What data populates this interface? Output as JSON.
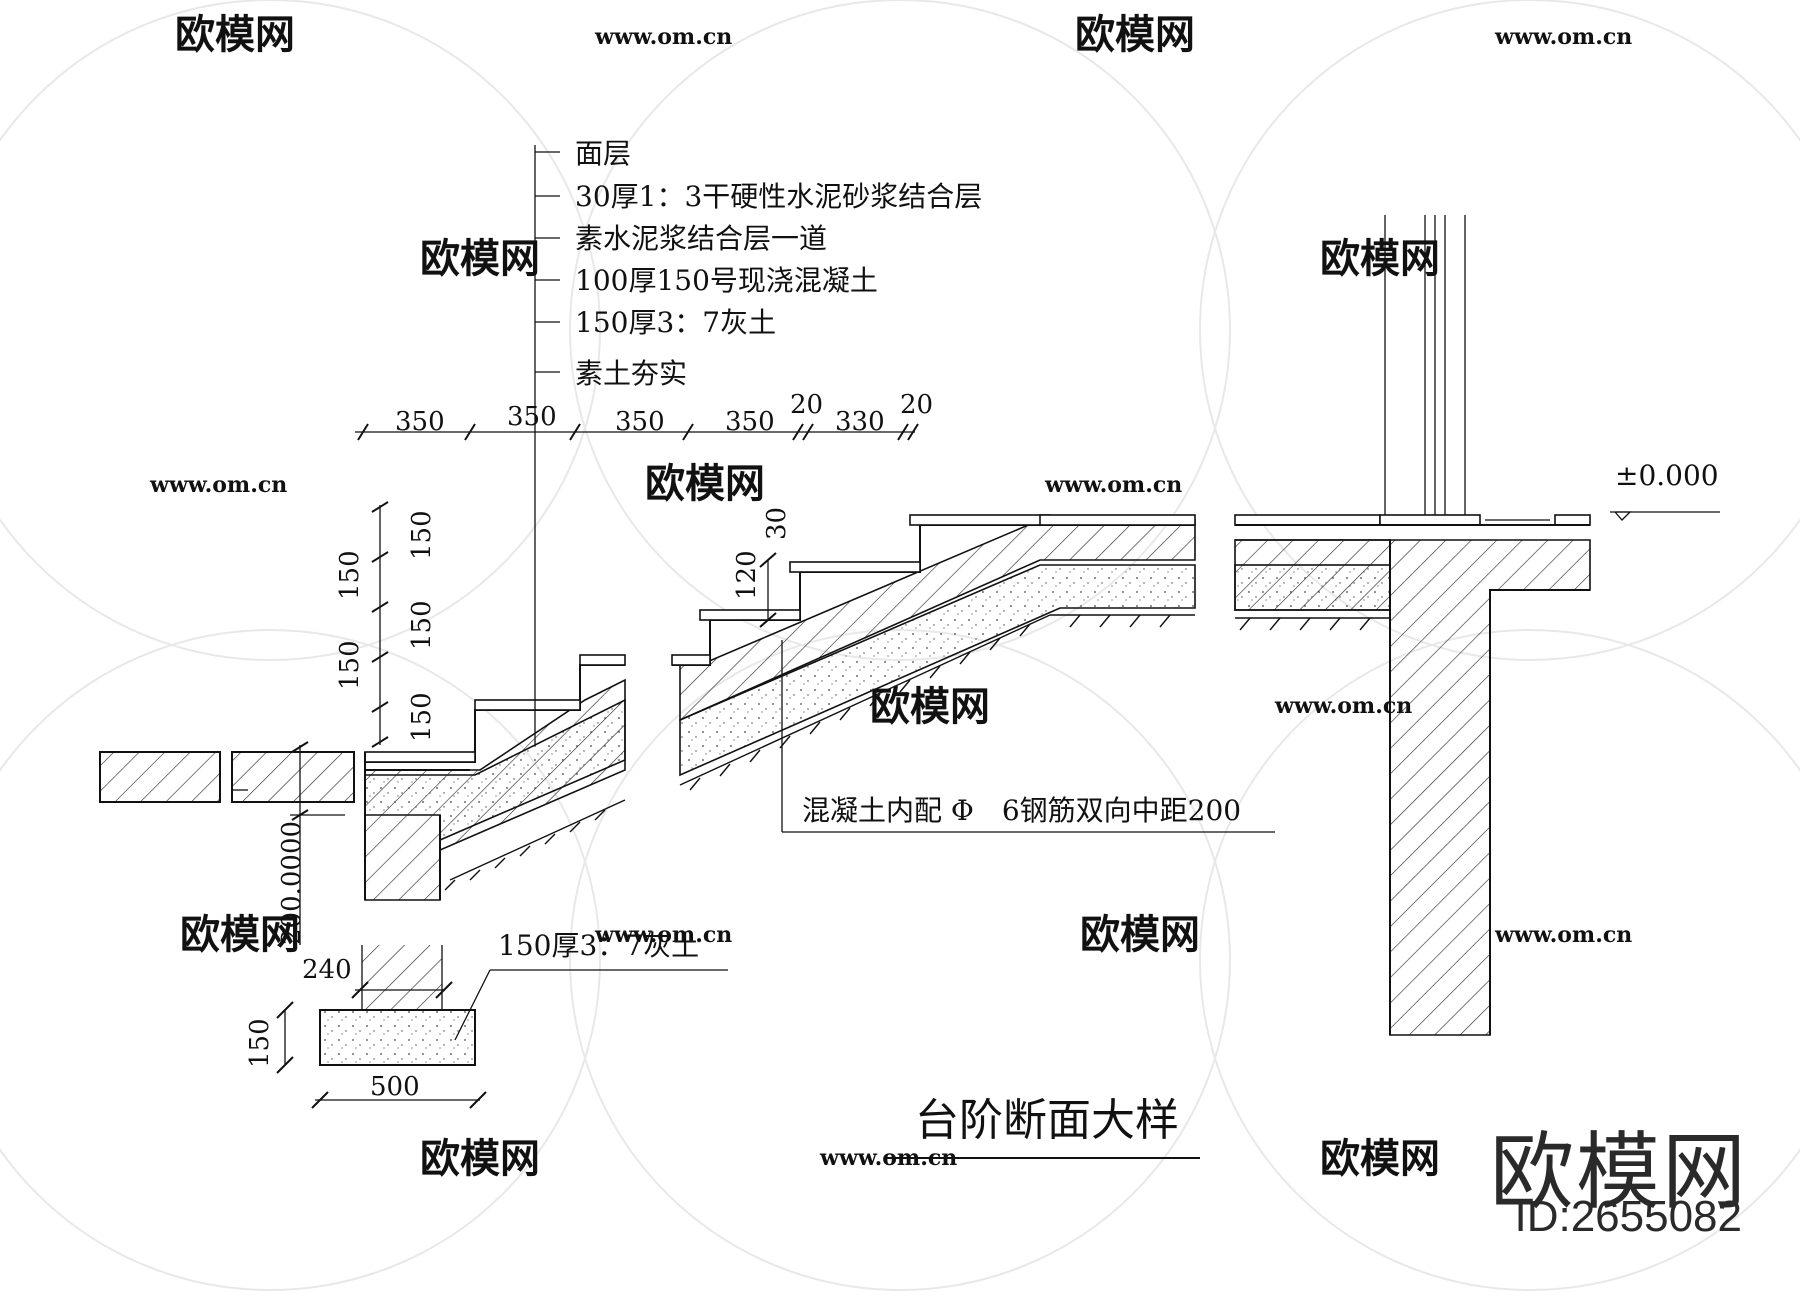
{
  "title": "台阶断面大样",
  "layers": [
    "面层",
    "30厚1：3干硬性水泥砂浆结合层",
    "素水泥浆结合层一道",
    "100厚150号现浇混凝土",
    "150厚3：7灰土",
    "素土夯实"
  ],
  "dims_top": [
    "350",
    "350",
    "350",
    "350",
    "20",
    "330",
    "20"
  ],
  "dims_left_outer": [
    "150",
    "150"
  ],
  "dims_left_inner": [
    "150",
    "150",
    "150"
  ],
  "dim_30": "30",
  "dim_120": "120",
  "dim_200": "200.0000",
  "dim_240": "240",
  "dim_150_footing": "150",
  "dim_500": "500",
  "footing_note": "150厚3：7灰土",
  "rebar_note": "混凝土内配 Φ　6钢筋双向中距200",
  "elevation": "±0.000",
  "watermark": {
    "brand": "欧模网",
    "url": "www.om.cn",
    "id": "ID:2655082"
  }
}
